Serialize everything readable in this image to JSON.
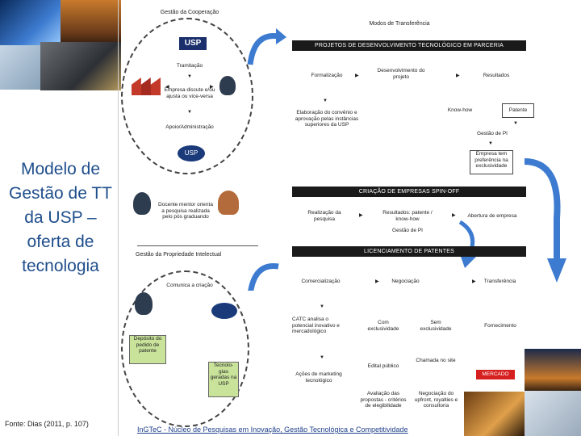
{
  "left_title": "Modelo de Gestão de TT da USP – oferta de tecnologia",
  "source": "Fonte: Dias (2011, p. 107)",
  "footer": "InGTeC - Núcleo de Pesquisas em Inovação, Gestão Tecnológica e Competitividade",
  "coop": {
    "title": "Gestão da Cooperação",
    "usp_logo": "USP",
    "tramitacao": "Tramitação",
    "empresa": "Empresa discute e/ou ajusta ou vice-versa",
    "apoio": "Apoio/Administração",
    "inovacao_logo": "USP",
    "docente": "Docente mentor orienta a pesquisa realizada pelo pós graduando"
  },
  "pi": {
    "title": "Gestão da Propriedade Intelectual",
    "comunica": "Comunica a criação",
    "deposito": "Depósito do pedido de patente",
    "tecnologias": "Tecnolo-gias geradas na USP"
  },
  "modes": {
    "title": "Modos de Transferência",
    "bar1": "PROJETOS DE DESENVOLVIMENTO TECNOLÓGICO EM PARCERIA",
    "formalizacao": "Formalização",
    "desenvolvimento": "Desenvolvimento do projeto",
    "resultados": "Resultados",
    "elaboracao": "Elaboração do convênio e aprovação pelas instâncias superiores da USP",
    "knowhow": "Know-how",
    "patente": "Patente",
    "gestao_pi": "Gestão de PI",
    "empresa_pref": "Empresa tem preferência na exclusividade",
    "bar2": "CRIAÇÃO DE EMPRESAS SPIN-OFF",
    "realizacao": "Realização da pesquisa",
    "resultados_patente": "Resultados: patente / know-how",
    "abertura": "Abertura de empresa",
    "gestao_pi2": "Gestão de PI",
    "bar3": "LICENCIAMENTO DE PATENTES",
    "comercializacao": "Comercialização",
    "negociacao": "Negociação",
    "transferencia": "Transferência",
    "catc": "CATC analisa o potencial inovativo e mercadológico",
    "com_excl": "Com exclusividade",
    "sem_excl": "Sem exclusividade",
    "fornecimento": "Fornecimento",
    "edital": "Edital público",
    "chamada": "Chamada no site",
    "mercado": "MERCADO",
    "acoes": "Ações de marketing tecnológico",
    "avaliacao": "Avaliação das propostas - critérios de elegibilidade",
    "negociacao_upfront": "Negociação do upfront, royalties e consultoria"
  },
  "colors": {
    "title_blue": "#1f4e8c",
    "arrow_blue": "#3d7bd0",
    "bar_black": "#1a1a1a",
    "green": "#c9e39b",
    "red": "#d61f1f"
  }
}
